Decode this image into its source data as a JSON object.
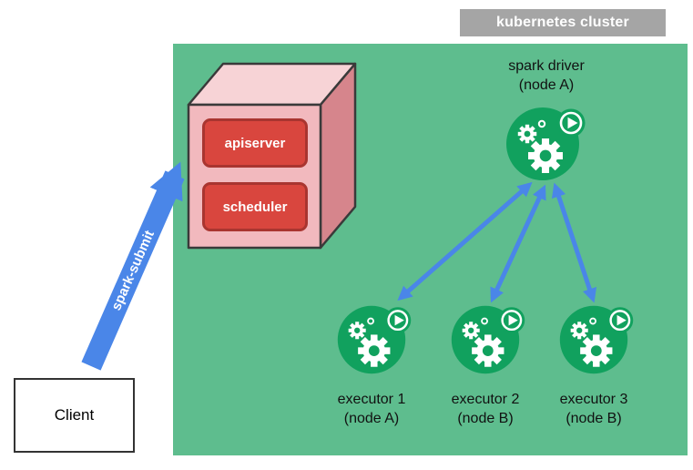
{
  "cluster": {
    "label": "kubernetes cluster"
  },
  "control_plane": {
    "apiserver_label": "apiserver",
    "scheduler_label": "scheduler"
  },
  "spark_driver": {
    "name": "spark driver",
    "node": "(node A)"
  },
  "executors": [
    {
      "name": "executor 1",
      "node": "(node A)"
    },
    {
      "name": "executor 2",
      "node": "(node B)"
    },
    {
      "name": "executor 3",
      "node": "(node B)"
    }
  ],
  "client": {
    "label": "Client"
  },
  "spark_submit": {
    "label": "spark-submit"
  },
  "icons": {
    "pod": "gears-pod-icon",
    "play": "play-icon"
  },
  "colors": {
    "cluster_bg": "#5EBD8E",
    "cluster_label_bg": "#A5A5A5",
    "control_plane_box_red": "#D9463E",
    "control_plane_box_border": "#A93530",
    "cube_front_pink": "#F2B9BE",
    "cube_top_pink": "#F7D3D6",
    "cube_side_pink": "#D6858C",
    "pod_green": "#11A15E",
    "arrow_blue": "#4A86E8"
  }
}
